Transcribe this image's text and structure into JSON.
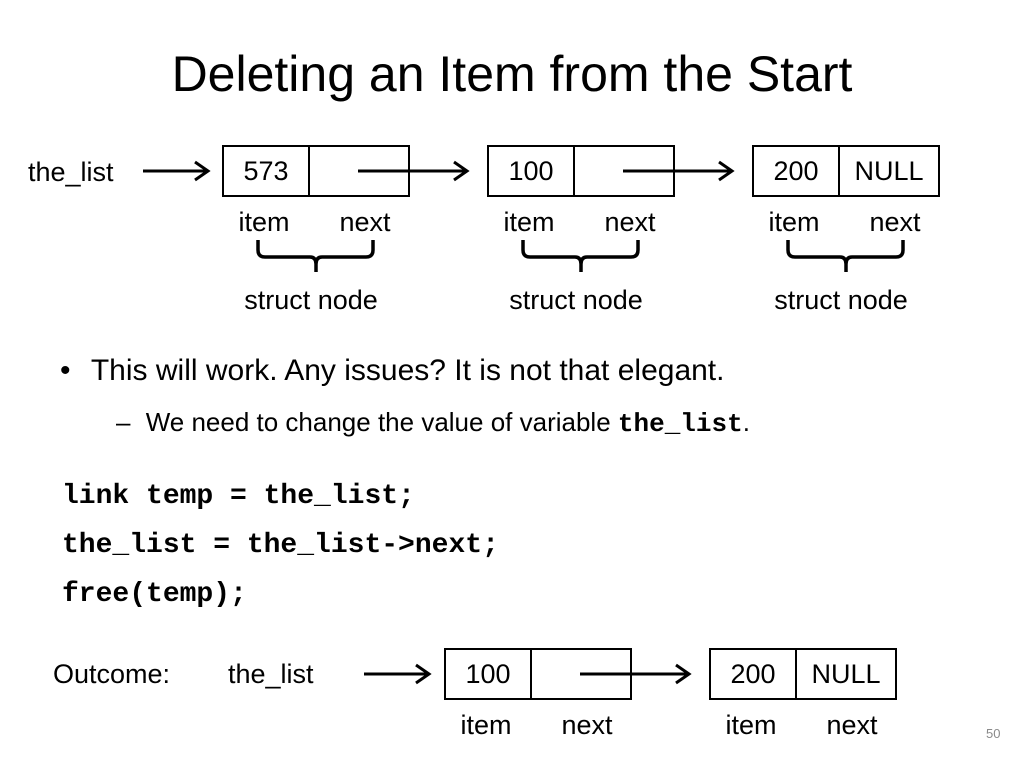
{
  "title": "Deleting an Item from the Start",
  "top_diagram": {
    "pointer_label": "the_list",
    "nodes": [
      {
        "item": "573",
        "next": ""
      },
      {
        "item": "100",
        "next": ""
      },
      {
        "item": "200",
        "next": "NULL"
      }
    ],
    "field_labels": {
      "item": "item",
      "next": "next"
    },
    "struct_label": "struct node"
  },
  "bullets": [
    {
      "text": "This will work. Any issues? It is not that elegant.",
      "sub": {
        "prefix": "We need to change the value of variable ",
        "code": "the_list",
        "suffix": "."
      }
    }
  ],
  "code_lines": [
    "link temp = the_list;",
    "the_list = the_list->next;",
    "free(temp);"
  ],
  "outcome": {
    "label": "Outcome:",
    "pointer_label": "the_list",
    "nodes": [
      {
        "item": "100",
        "next": ""
      },
      {
        "item": "200",
        "next": "NULL"
      }
    ],
    "field_labels": {
      "item": "item",
      "next": "next"
    }
  },
  "page_number": "50"
}
